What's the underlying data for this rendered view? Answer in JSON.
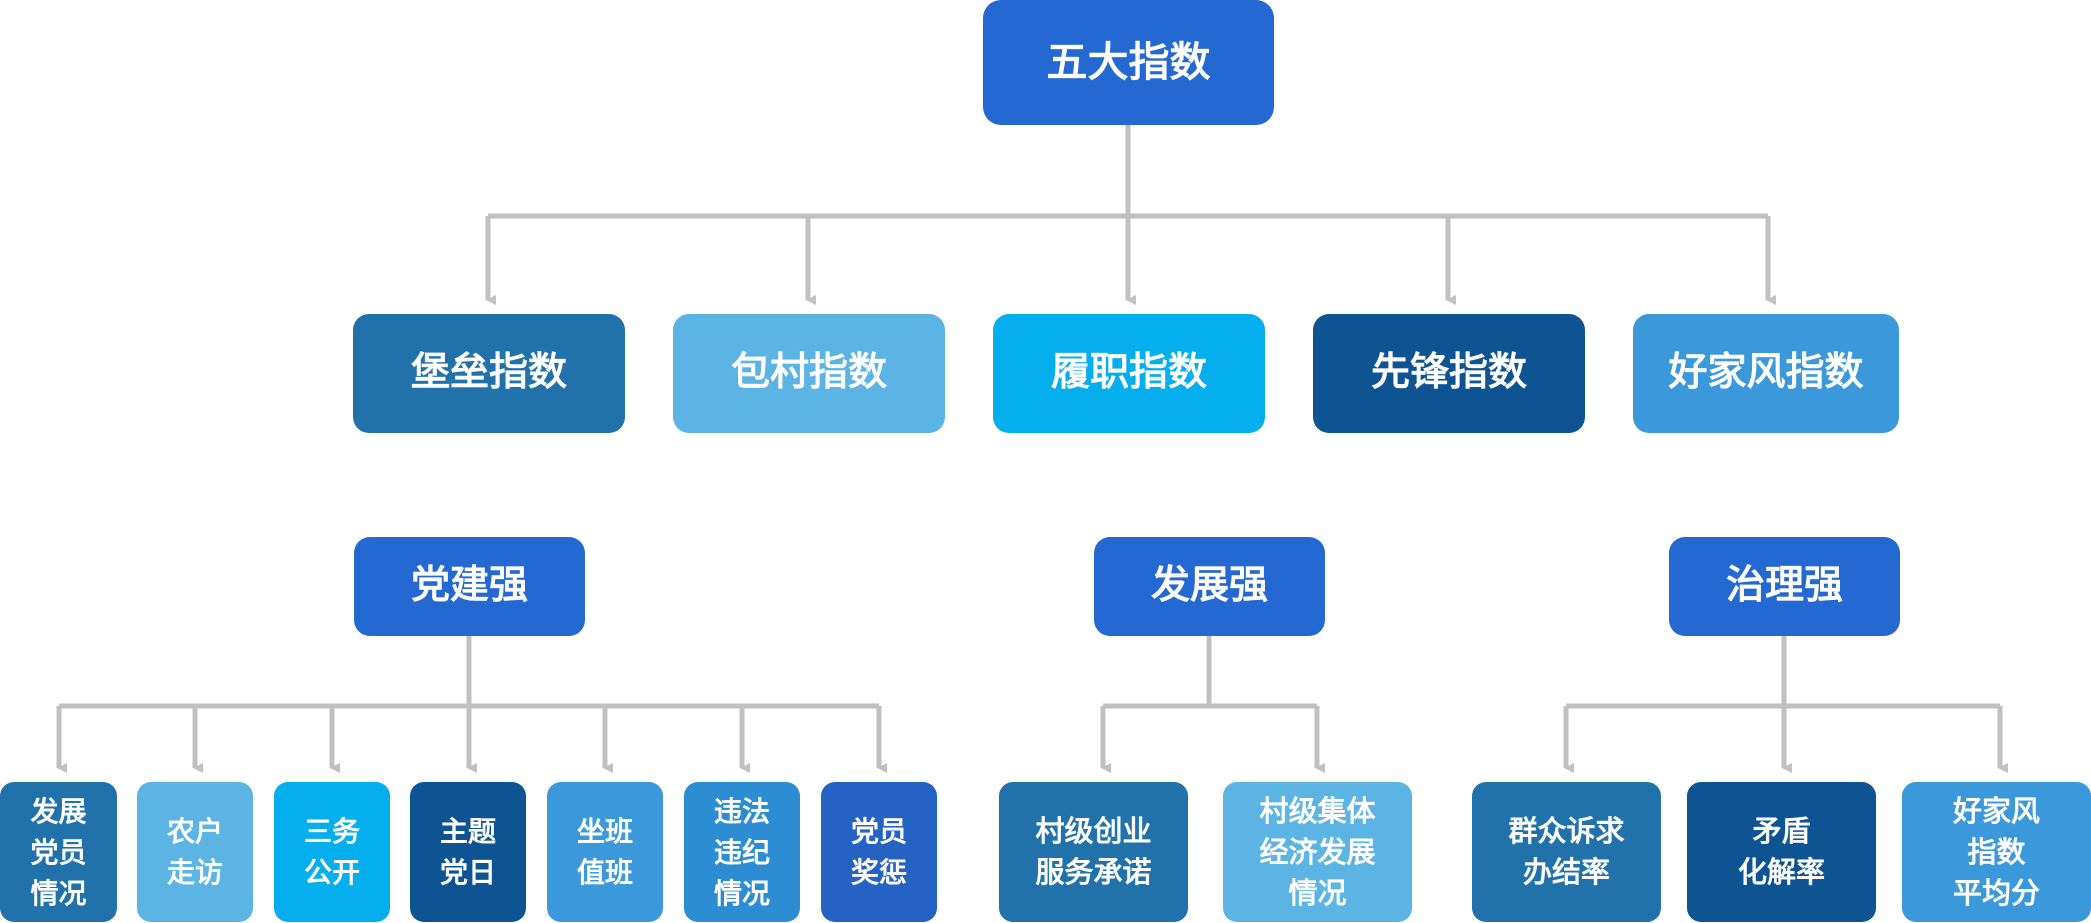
{
  "root": {
    "label": "五大指数",
    "color": "#2468d1"
  },
  "indices": [
    {
      "label": "堡垒指数",
      "color": "#2172ab"
    },
    {
      "label": "包村指数",
      "color": "#5bb4e3"
    },
    {
      "label": "履职指数",
      "color": "#05aeed"
    },
    {
      "label": "先锋指数",
      "color": "#0f5492"
    },
    {
      "label": "好家风指数",
      "color": "#3b99db"
    }
  ],
  "categories": [
    {
      "label": "党建强",
      "color": "#2468d1",
      "items": [
        {
          "label": "发展\n党员\n情况",
          "color": "#2172ab"
        },
        {
          "label": "农户\n走访",
          "color": "#5bb4e3"
        },
        {
          "label": "三务\n公开",
          "color": "#05aeed"
        },
        {
          "label": "主题\n党日",
          "color": "#0f5492"
        },
        {
          "label": "坐班\n值班",
          "color": "#3b99db"
        },
        {
          "label": "违法\n违纪\n情况",
          "color": "#2c8dd3"
        },
        {
          "label": "党员\n奖惩",
          "color": "#2463c4"
        }
      ]
    },
    {
      "label": "发展强",
      "color": "#2468d1",
      "items": [
        {
          "label": "村级创业\n服务承诺",
          "color": "#2172ab"
        },
        {
          "label": "村级集体\n经济发展\n情况",
          "color": "#5bb4e3"
        }
      ]
    },
    {
      "label": "治理强",
      "color": "#2468d1",
      "items": [
        {
          "label": "群众诉求\n办结率",
          "color": "#2172ab"
        },
        {
          "label": "矛盾\n化解率",
          "color": "#0f5492"
        },
        {
          "label": "好家风\n指数\n平均分",
          "color": "#3b99db"
        }
      ]
    }
  ]
}
